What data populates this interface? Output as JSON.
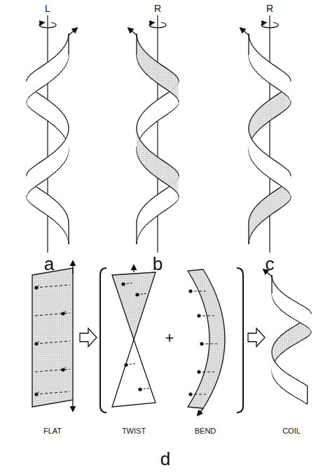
{
  "diagram": {
    "labels": [
      "L",
      "R",
      "R",
      "a",
      "b",
      "c",
      "+",
      "FLAT",
      "TWIST",
      "BEND",
      "COIL",
      "d"
    ]
  }
}
